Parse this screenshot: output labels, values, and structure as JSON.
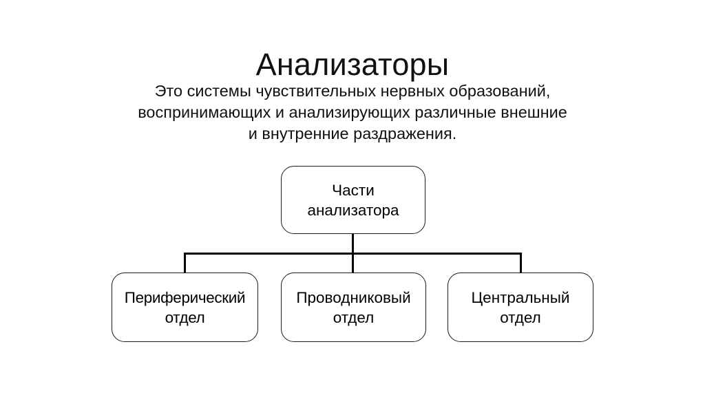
{
  "slide": {
    "title": "Анализаторы",
    "background_color": "#ffffff",
    "text_color": "#000000",
    "line_color": "#000000"
  },
  "intro": {
    "line1": "Это системы чувствительных нервных образований,",
    "line2": "воспринимающих и анализирующих различные внешние",
    "line3": "и внутренние раздражения."
  },
  "diagram": {
    "type": "tree",
    "root": {
      "label": "Части\nанализатора"
    },
    "children": [
      {
        "label": "Периферический\nотдел"
      },
      {
        "label": "Проводниковый\nотдел"
      },
      {
        "label": "Центральный\nотдел"
      }
    ]
  }
}
